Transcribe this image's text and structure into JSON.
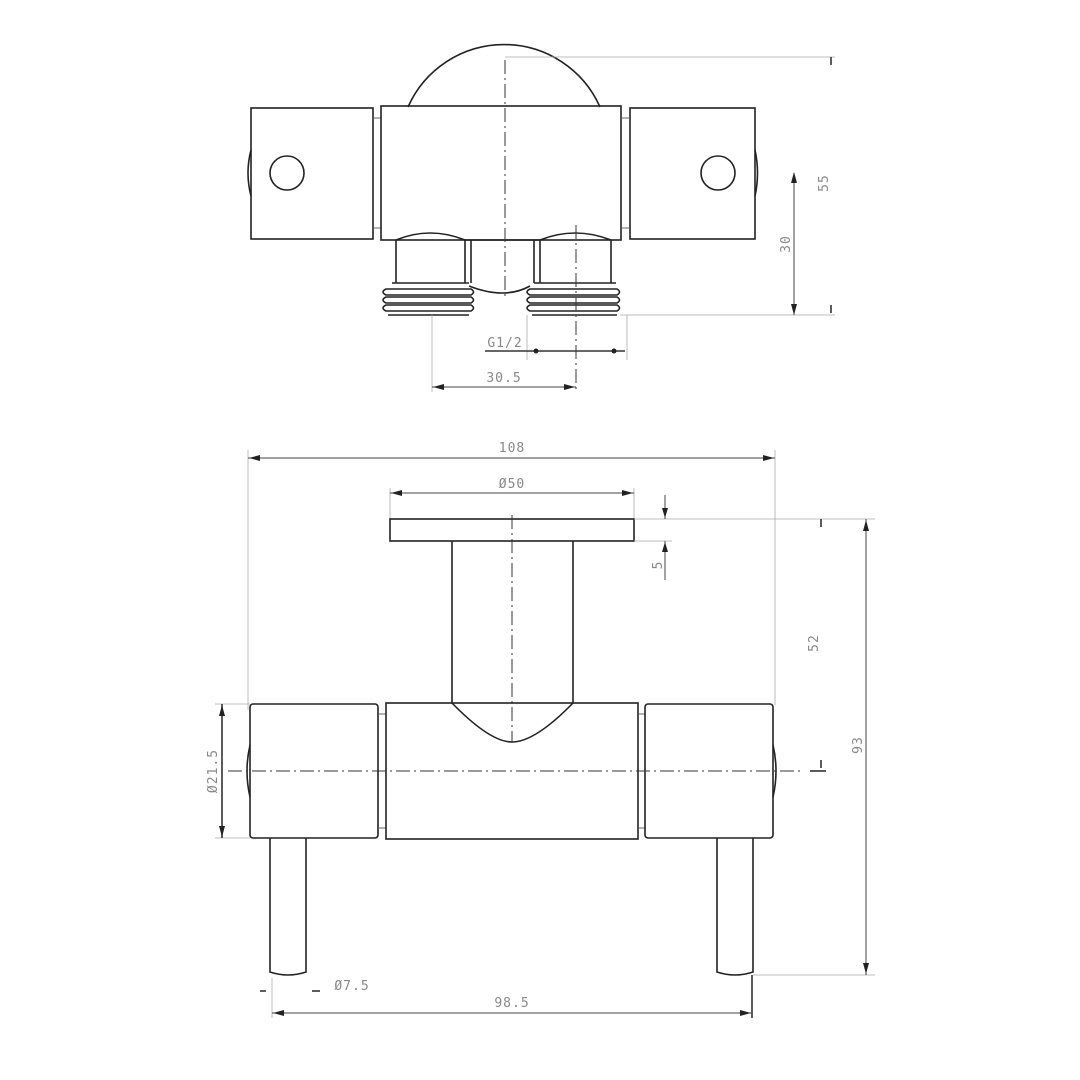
{
  "drawing": {
    "top_view": {
      "dimensions": {
        "height_overall": "55",
        "height_to_body": "30",
        "thread": "G1/2",
        "outlet_spacing": "30.5"
      }
    },
    "front_view": {
      "dimensions": {
        "overall_width": "108",
        "flange_diameter": "Ø50",
        "flange_thickness": "5",
        "stem_height": "52",
        "overall_height": "93",
        "body_diameter": "Ø21.5",
        "leg_diameter": "Ø7.5",
        "leg_spacing": "98.5"
      }
    },
    "colors": {
      "line": "#222222",
      "dimension_text": "#888888",
      "background": "#ffffff"
    }
  }
}
